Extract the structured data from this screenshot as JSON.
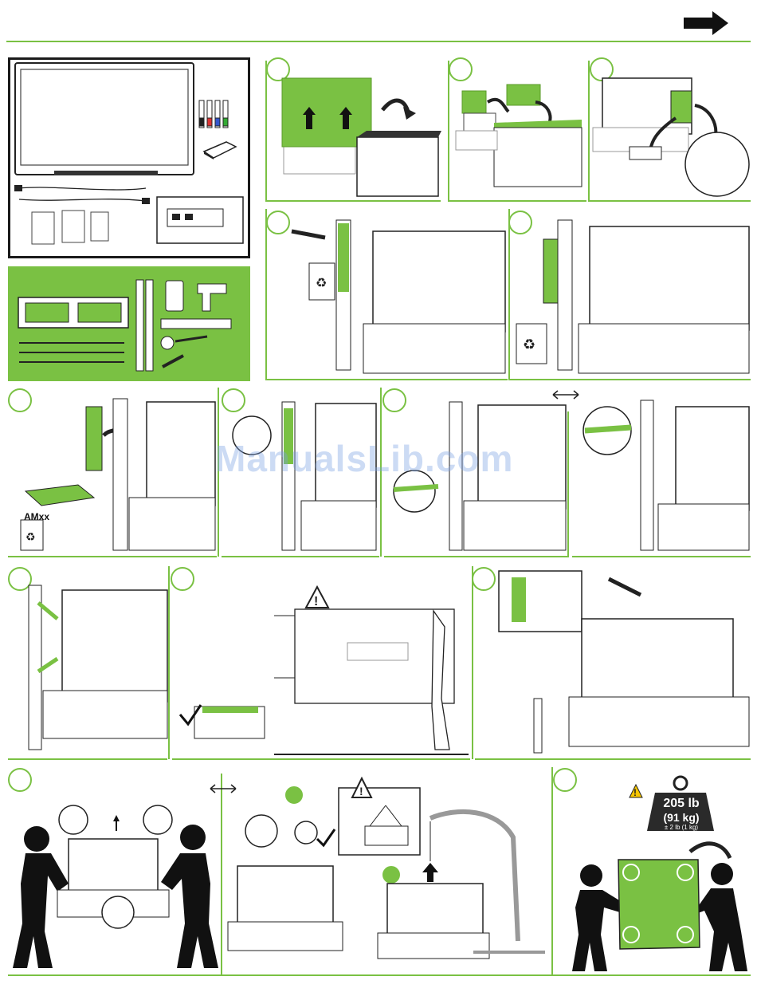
{
  "page": {
    "watermark": "ManualsLib.com",
    "kit_label": "AMxx",
    "weight_lb": "205 lb",
    "weight_kg": "(91 kg)",
    "weight_tolerance": "± 2 lb (1 kg)",
    "colors": {
      "accent": "#7ac143",
      "ink": "#1a1a1a",
      "watermark": "#8fb0e6"
    }
  },
  "icons": {
    "next_page": "right-arrow-icon",
    "warning": "warning-triangle-icon",
    "recycle": "recycle-bin-icon",
    "checkmark": "checkmark-icon",
    "level": "spirit-level-icon"
  }
}
